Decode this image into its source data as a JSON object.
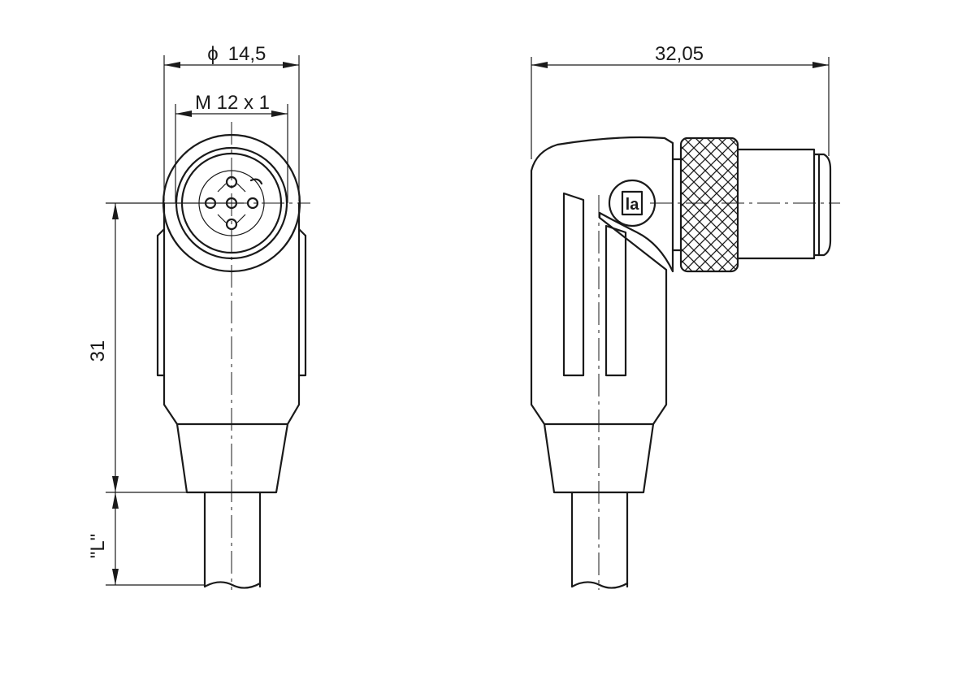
{
  "front_view": {
    "dim_diameter_symbol": "ϕ",
    "dim_diameter_value": "14,5",
    "dim_thread": "M 12 x 1",
    "dim_height": "31",
    "dim_length": "\"L\""
  },
  "side_view": {
    "dim_width": "32,05",
    "logo_text": "la"
  },
  "colors": {
    "line": "#1a1a1a",
    "background": "#ffffff"
  }
}
